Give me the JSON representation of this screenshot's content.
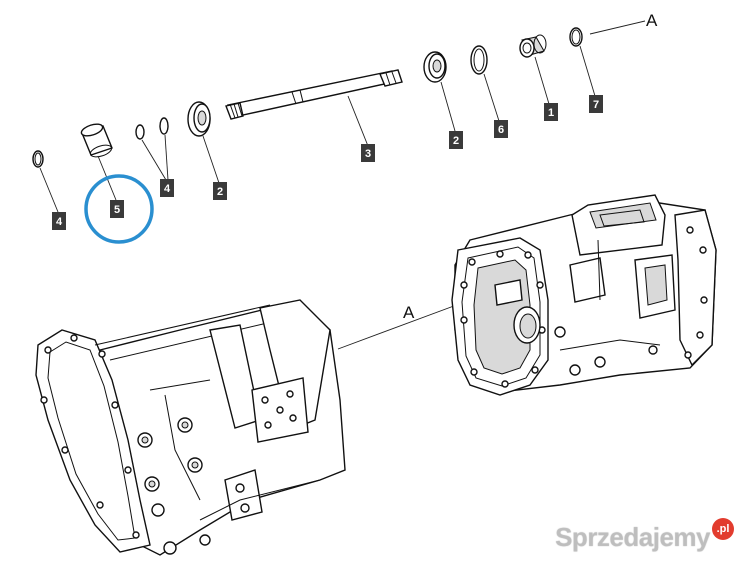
{
  "callouts": {
    "c4_left": "4",
    "c5": "5",
    "c4_mid": "4",
    "c2_left": "2",
    "c3": "3",
    "c2_right": "2",
    "c6": "6",
    "c1": "1",
    "c7": "7"
  },
  "section_letters": {
    "top": "A",
    "middle": "A"
  },
  "highlight_color": "#2a8fd0",
  "watermark": {
    "text": "Sprzedajemy",
    "badge": ".pl"
  }
}
